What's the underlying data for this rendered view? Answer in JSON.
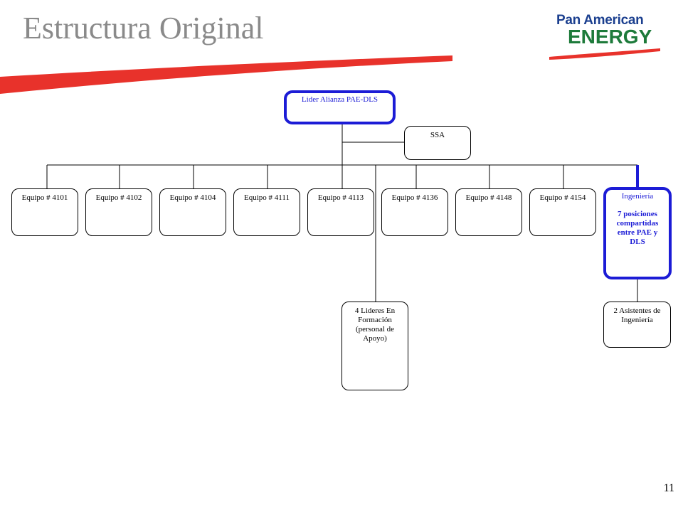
{
  "slide": {
    "title": "Estructura Original",
    "page_number": "11"
  },
  "logo": {
    "line1": "Pan American",
    "line2": "ENERGY"
  },
  "org": {
    "leader": "Lider Alianza PAE-DLS",
    "ssa": "SSA",
    "teams": [
      "Equipo # 4101",
      "Equipo # 4102",
      "Equipo # 4104",
      "Equipo # 4111",
      "Equipo # 4113",
      "Equipo # 4136",
      "Equipo # 4148",
      "Equipo # 4154"
    ],
    "engineering": {
      "title": "Ingeniería",
      "detail": "7 posiciones compartidas entre PAE y DLS"
    },
    "trainees": "4 Lideres En Formación (personal de Apoyo)",
    "assistants": "2 Asistentes de Ingeniería"
  },
  "colors": {
    "highlight": "#1c1cd6",
    "swoosh": "#e8322b",
    "title": "#8a8a8a",
    "logo_blue": "#1b3f8f",
    "logo_green": "#1d7a3a"
  }
}
